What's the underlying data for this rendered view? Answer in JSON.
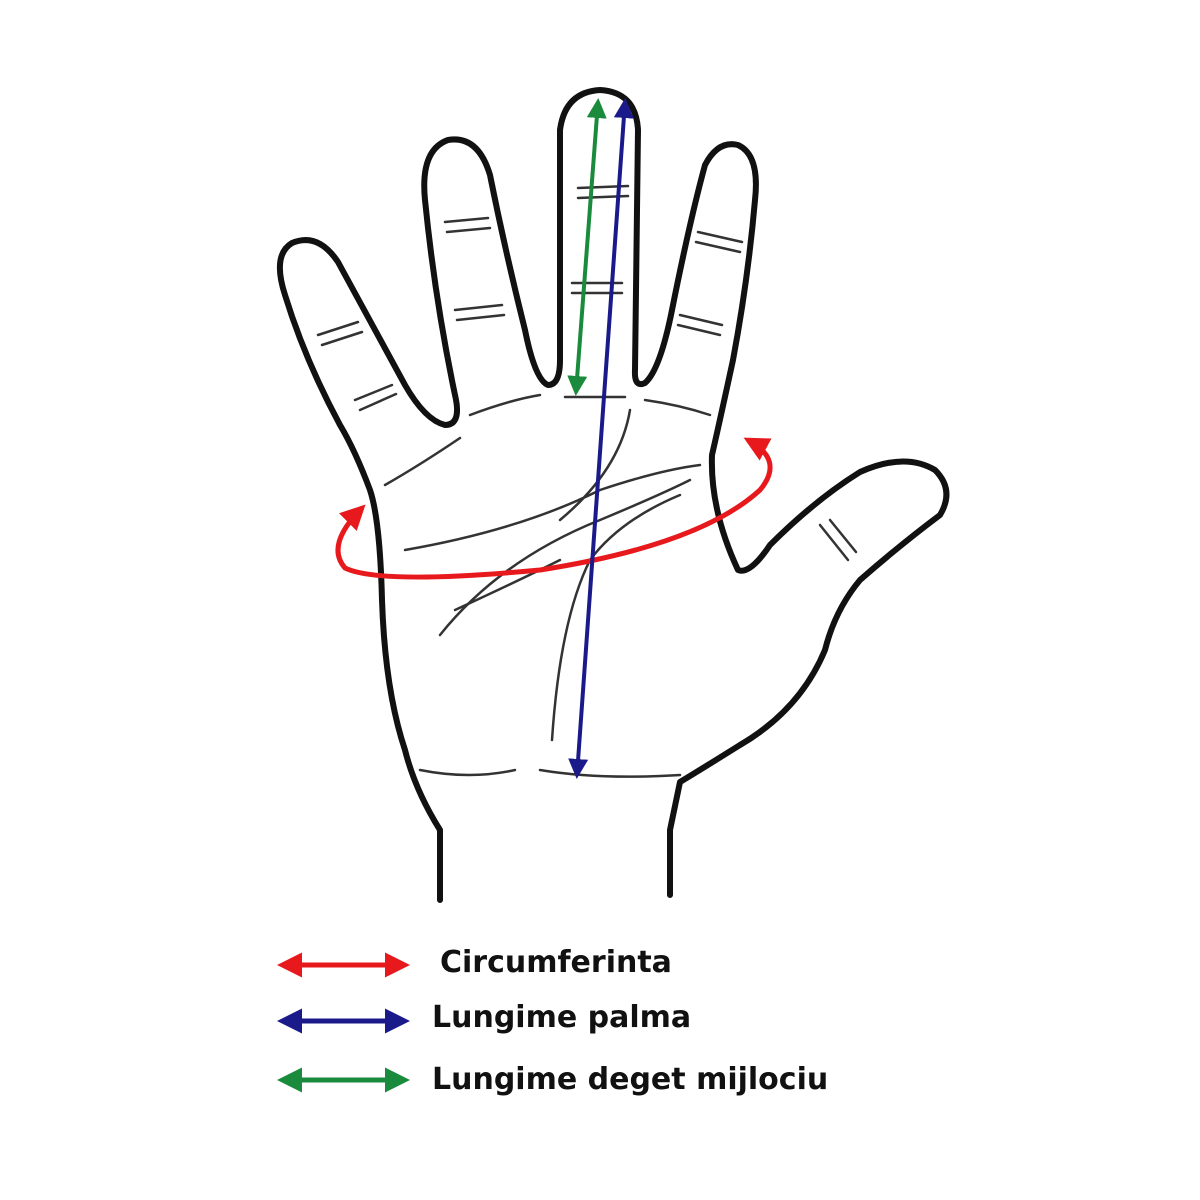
{
  "colors": {
    "circumference": "#e8191c",
    "palm_length": "#1b1a8a",
    "finger_length": "#1a8a3c",
    "outline": "#111111"
  },
  "legend": [
    {
      "label": "Circumferinta",
      "color": "circumference"
    },
    {
      "label": "Lungime palma",
      "color": "palm_length"
    },
    {
      "label": "Lungime deget mijlociu",
      "color": "finger_length"
    }
  ]
}
